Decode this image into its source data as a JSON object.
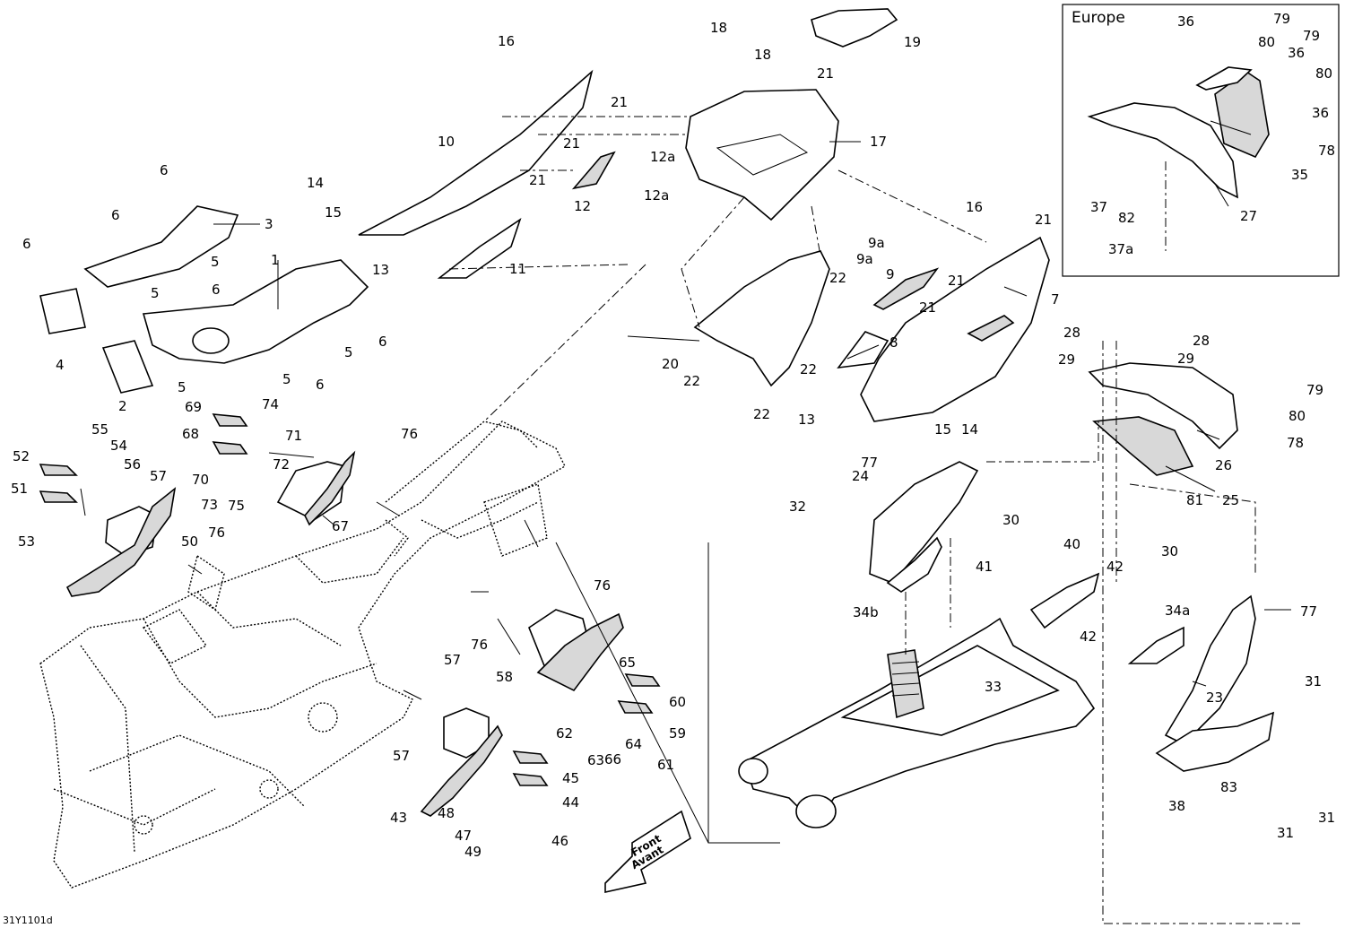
{
  "diagram_code": "31Y1101d",
  "inset": {
    "region_label": "Europe"
  },
  "direction_arrow": {
    "line1": "Front",
    "line2": "Avant"
  },
  "callouts": [
    {
      "id": "c1",
      "text": "1"
    },
    {
      "id": "c2",
      "text": "2"
    },
    {
      "id": "c3",
      "text": "3"
    },
    {
      "id": "c4",
      "text": "4"
    },
    {
      "id": "c5a",
      "text": "5"
    },
    {
      "id": "c5b",
      "text": "5"
    },
    {
      "id": "c5c",
      "text": "5"
    },
    {
      "id": "c5d",
      "text": "5"
    },
    {
      "id": "c5e",
      "text": "5"
    },
    {
      "id": "c6a",
      "text": "6"
    },
    {
      "id": "c6b",
      "text": "6"
    },
    {
      "id": "c6c",
      "text": "6"
    },
    {
      "id": "c6d",
      "text": "6"
    },
    {
      "id": "c6e",
      "text": "6"
    },
    {
      "id": "c6f",
      "text": "6"
    },
    {
      "id": "c7",
      "text": "7"
    },
    {
      "id": "c8",
      "text": "8"
    },
    {
      "id": "c9",
      "text": "9"
    },
    {
      "id": "c9a1",
      "text": "9a"
    },
    {
      "id": "c9a2",
      "text": "9a"
    },
    {
      "id": "c10",
      "text": "10"
    },
    {
      "id": "c11",
      "text": "11"
    },
    {
      "id": "c12",
      "text": "12"
    },
    {
      "id": "c12a1",
      "text": "12a"
    },
    {
      "id": "c12a2",
      "text": "12a"
    },
    {
      "id": "c13a",
      "text": "13"
    },
    {
      "id": "c13b",
      "text": "13"
    },
    {
      "id": "c14a",
      "text": "14"
    },
    {
      "id": "c14b",
      "text": "14"
    },
    {
      "id": "c15a",
      "text": "15"
    },
    {
      "id": "c15b",
      "text": "15"
    },
    {
      "id": "c16a",
      "text": "16"
    },
    {
      "id": "c16b",
      "text": "16"
    },
    {
      "id": "c17",
      "text": "17"
    },
    {
      "id": "c18a",
      "text": "18"
    },
    {
      "id": "c18b",
      "text": "18"
    },
    {
      "id": "c19",
      "text": "19"
    },
    {
      "id": "c20",
      "text": "20"
    },
    {
      "id": "c21a",
      "text": "21"
    },
    {
      "id": "c21b",
      "text": "21"
    },
    {
      "id": "c21c",
      "text": "21"
    },
    {
      "id": "c21d",
      "text": "21"
    },
    {
      "id": "c21e",
      "text": "21"
    },
    {
      "id": "c21f",
      "text": "21"
    },
    {
      "id": "c21g",
      "text": "21"
    },
    {
      "id": "c22a",
      "text": "22"
    },
    {
      "id": "c22b",
      "text": "22"
    },
    {
      "id": "c22c",
      "text": "22"
    },
    {
      "id": "c22d",
      "text": "22"
    },
    {
      "id": "c23",
      "text": "23"
    },
    {
      "id": "c24",
      "text": "24"
    },
    {
      "id": "c25",
      "text": "25"
    },
    {
      "id": "c26",
      "text": "26"
    },
    {
      "id": "c27",
      "text": "27"
    },
    {
      "id": "c28a",
      "text": "28"
    },
    {
      "id": "c28b",
      "text": "28"
    },
    {
      "id": "c29a",
      "text": "29"
    },
    {
      "id": "c29b",
      "text": "29"
    },
    {
      "id": "c30a",
      "text": "30"
    },
    {
      "id": "c30b",
      "text": "30"
    },
    {
      "id": "c31a",
      "text": "31"
    },
    {
      "id": "c31b",
      "text": "31"
    },
    {
      "id": "c31c",
      "text": "31"
    },
    {
      "id": "c32",
      "text": "32"
    },
    {
      "id": "c33",
      "text": "33"
    },
    {
      "id": "c34a",
      "text": "34a"
    },
    {
      "id": "c34b",
      "text": "34b"
    },
    {
      "id": "c35",
      "text": "35"
    },
    {
      "id": "c36a",
      "text": "36"
    },
    {
      "id": "c36b",
      "text": "36"
    },
    {
      "id": "c36c",
      "text": "36"
    },
    {
      "id": "c37",
      "text": "37"
    },
    {
      "id": "c37a",
      "text": "37a"
    },
    {
      "id": "c38",
      "text": "38"
    },
    {
      "id": "c40",
      "text": "40"
    },
    {
      "id": "c41",
      "text": "41"
    },
    {
      "id": "c42a",
      "text": "42"
    },
    {
      "id": "c42b",
      "text": "42"
    },
    {
      "id": "c43",
      "text": "43"
    },
    {
      "id": "c44",
      "text": "44"
    },
    {
      "id": "c45",
      "text": "45"
    },
    {
      "id": "c46",
      "text": "46"
    },
    {
      "id": "c47",
      "text": "47"
    },
    {
      "id": "c48",
      "text": "48"
    },
    {
      "id": "c49",
      "text": "49"
    },
    {
      "id": "c50",
      "text": "50"
    },
    {
      "id": "c51",
      "text": "51"
    },
    {
      "id": "c52",
      "text": "52"
    },
    {
      "id": "c53",
      "text": "53"
    },
    {
      "id": "c54",
      "text": "54"
    },
    {
      "id": "c55",
      "text": "55"
    },
    {
      "id": "c56",
      "text": "56"
    },
    {
      "id": "c57a",
      "text": "57"
    },
    {
      "id": "c57b",
      "text": "57"
    },
    {
      "id": "c57c",
      "text": "57"
    },
    {
      "id": "c58",
      "text": "58"
    },
    {
      "id": "c59",
      "text": "59"
    },
    {
      "id": "c60",
      "text": "60"
    },
    {
      "id": "c61",
      "text": "61"
    },
    {
      "id": "c62",
      "text": "62"
    },
    {
      "id": "c63",
      "text": "63"
    },
    {
      "id": "c64",
      "text": "64"
    },
    {
      "id": "c65",
      "text": "65"
    },
    {
      "id": "c66",
      "text": "66"
    },
    {
      "id": "c67",
      "text": "67"
    },
    {
      "id": "c68",
      "text": "68"
    },
    {
      "id": "c69",
      "text": "69"
    },
    {
      "id": "c70",
      "text": "70"
    },
    {
      "id": "c71",
      "text": "71"
    },
    {
      "id": "c72",
      "text": "72"
    },
    {
      "id": "c73",
      "text": "73"
    },
    {
      "id": "c74",
      "text": "74"
    },
    {
      "id": "c75",
      "text": "75"
    },
    {
      "id": "c76a",
      "text": "76"
    },
    {
      "id": "c76b",
      "text": "76"
    },
    {
      "id": "c76c",
      "text": "76"
    },
    {
      "id": "c76d",
      "text": "76"
    },
    {
      "id": "c77a",
      "text": "77"
    },
    {
      "id": "c77b",
      "text": "77"
    },
    {
      "id": "c78a",
      "text": "78"
    },
    {
      "id": "c78b",
      "text": "78"
    },
    {
      "id": "c79a",
      "text": "79"
    },
    {
      "id": "c79b",
      "text": "79"
    },
    {
      "id": "c79c",
      "text": "79"
    },
    {
      "id": "c80a",
      "text": "80"
    },
    {
      "id": "c80b",
      "text": "80"
    },
    {
      "id": "c80c",
      "text": "80"
    },
    {
      "id": "c81",
      "text": "81"
    },
    {
      "id": "c82",
      "text": "82"
    },
    {
      "id": "c83",
      "text": "83"
    }
  ]
}
